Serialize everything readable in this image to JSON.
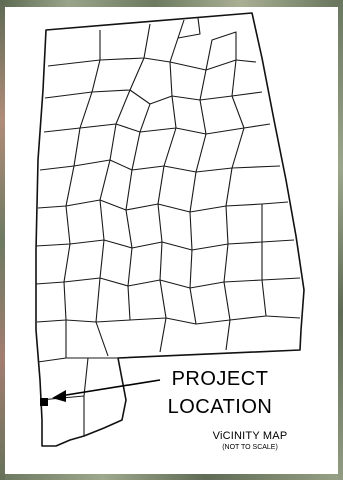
{
  "map": {
    "project_label_line1": "PROJECT",
    "project_label_line2": "LOCATION",
    "title": "ViCINITY MAP",
    "scale_note": "(NOT TO SCALE)"
  },
  "colors": {
    "lines": "#1a1a1a",
    "background": "#ffffff",
    "marker": "#000000"
  },
  "icons": [
    "project-location-marker",
    "pointer-arrow"
  ]
}
